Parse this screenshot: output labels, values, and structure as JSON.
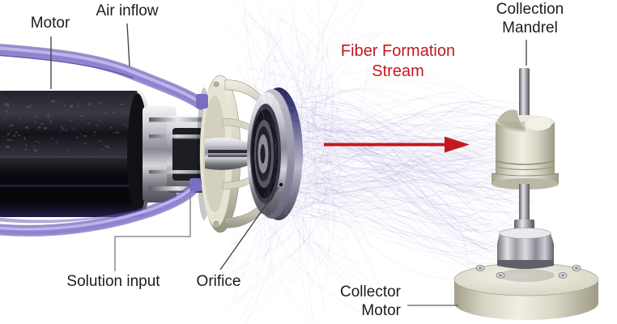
{
  "diagram": {
    "background": "#ffffff",
    "labels": {
      "motor": "Motor",
      "air_inflow": "Air inflow",
      "fiber_stream": {
        "line1": "Fiber Formation",
        "line2": "Stream"
      },
      "collection_mandrel": {
        "line1": "Collection",
        "line2": "Mandrel"
      },
      "solution_input": "Solution input",
      "orifice": "Orifice",
      "collector_motor": {
        "line1": "Collector",
        "line2": "Motor"
      }
    },
    "colors": {
      "label_text": "#1c1c1c",
      "accent_red": "#c2191f",
      "leader_line": "#3c3c3c",
      "tube_purple": "#8d80d2",
      "fiber_purple": "#978cd0",
      "cream_metal": "#d9d6c6"
    },
    "icons": {
      "flow_arrow": "right-arrow"
    }
  }
}
